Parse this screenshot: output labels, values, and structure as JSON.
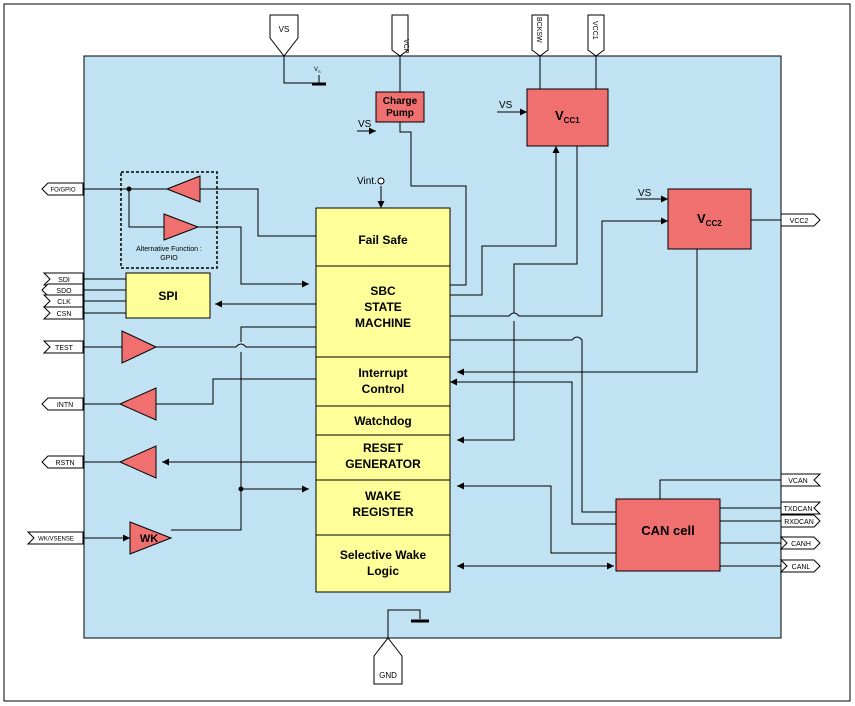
{
  "colors": {
    "background": "#c0e2f2",
    "logic_block": "#ffff99",
    "power_block": "#f07070",
    "buffer": "#f07070"
  },
  "blocks": {
    "charge_pump_l1": "Charge",
    "charge_pump_l2": "Pump",
    "vcc1": "V",
    "vcc1_sub": "CC1",
    "vcc2": "V",
    "vcc2_sub": "CC2",
    "fail_safe": "Fail Safe",
    "sbc_l1": "SBC",
    "sbc_l2": "STATE",
    "sbc_l3": "MACHINE",
    "interrupt_l1": "Interrupt",
    "interrupt_l2": "Control",
    "watchdog": "Watchdog",
    "reset_l1": "RESET",
    "reset_l2": "GENERATOR",
    "wake_l1": "WAKE",
    "wake_l2": "REGISTER",
    "selective_l1": "Selective Wake",
    "selective_l2": "Logic",
    "spi": "SPI",
    "can_cell": "CAN cell",
    "wk": "WK"
  },
  "labels": {
    "vs_internal_1": "VS",
    "vs_internal_2": "VS",
    "vs_internal_3": "VS",
    "vs_sub_v": "V",
    "vs_sub_s": "S",
    "vint": "Vint.",
    "alt_func_l1": "Alternative Function :",
    "alt_func_l2": "GPIO"
  },
  "pins": {
    "vs": "VS",
    "vcp": "VCP",
    "bcksw": "BCKSW",
    "vcc1": "VCC1",
    "fo_gpio": "FO/GPIO",
    "sdi": "SDI",
    "sdo": "SDO",
    "clk": "CLK",
    "csn": "CSN",
    "test": "TEST",
    "intn": "INTN",
    "rstn": "RSTN",
    "wk_vsense": "WK/VSENSE",
    "vcc2": "VCC2",
    "vcan": "VCAN",
    "txdcan": "TXDCAN",
    "rxdcan": "RXDCAN",
    "canh": "CANH",
    "canl": "CANL",
    "gnd": "GND"
  }
}
